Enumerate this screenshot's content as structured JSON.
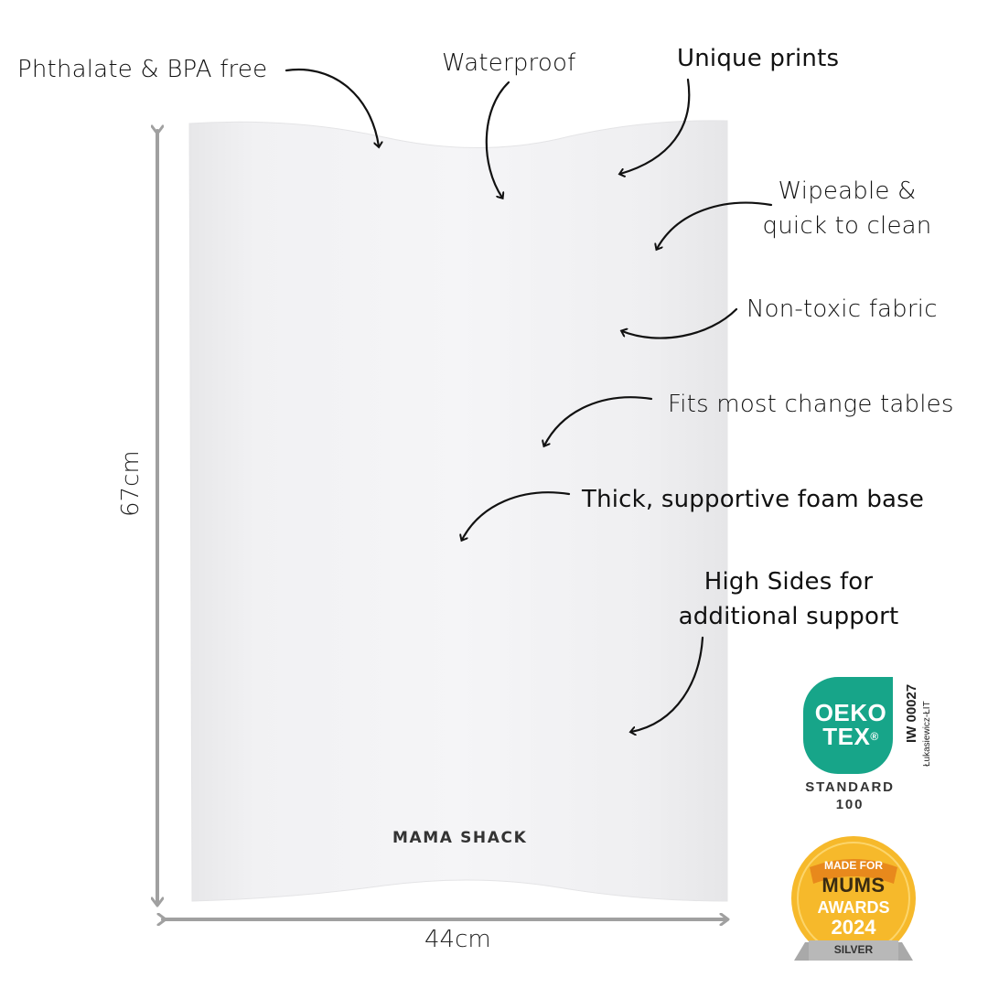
{
  "features": {
    "phthalate": "Phthalate & BPA free",
    "waterproof": "Waterproof",
    "prints": "Unique prints",
    "wipeable_1": "Wipeable &",
    "wipeable_2": "quick to clean",
    "non_toxic": "Non-toxic fabric",
    "fits": "Fits most change tables",
    "foam": "Thick, supportive foam base",
    "sides_1": "High Sides for",
    "sides_2": "additional support"
  },
  "dimensions": {
    "height": "67cm",
    "width": "44cm"
  },
  "brand": "MAMA SHACK",
  "oeko": {
    "line1": "OEKO",
    "line2": "TEX",
    "reg": "®",
    "cert_id": "IW 00027",
    "institute": "Łukasiewicz-ŁIT",
    "standard_1": "STANDARD",
    "standard_2": "100"
  },
  "award": {
    "made_for": "MADE FOR",
    "mums": "MUMS",
    "awards": "AWARDS",
    "year": "2024",
    "medal": "SILVER"
  },
  "colors": {
    "oeko_green": "#17a589",
    "award_gold": "#f6b92b",
    "award_orange": "#e8891c",
    "silver_ribbon": "#a9a9a9",
    "dimension_arrow": "#a0a0a0"
  },
  "icons": [
    "curved-arrow-icon",
    "dimension-arrow-icon",
    "oeko-tex-badge-icon",
    "award-badge-icon"
  ]
}
